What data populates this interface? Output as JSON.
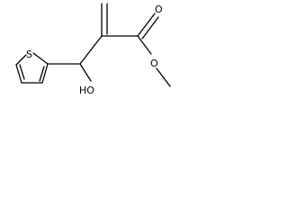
{
  "molecule": {
    "atom_labels": {
      "sulfur": "S",
      "hydroxyl": "HO",
      "carbonyl_oxygen": "O",
      "ester_oxygen": "O"
    },
    "colors": {
      "bond": "#000000",
      "label": "#000000",
      "background": "#ffffff"
    }
  }
}
